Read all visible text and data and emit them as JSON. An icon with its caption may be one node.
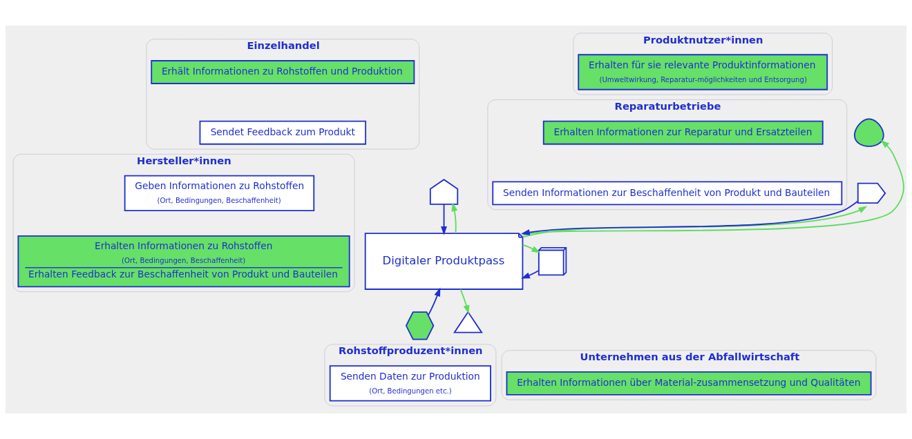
{
  "diagram": {
    "nodes": [
      {
        "text": [
          "Einzelhandel"
        ]
      },
      {
        "text": [
          "Erhält Informationen zu Rohstoffen und Produktion"
        ],
        "in": 0
      },
      {
        "text": [
          "Sendet Feedback zum Produkt"
        ],
        "in": 0
      },
      {
        "text": [
          "Produktnutzer*innen"
        ]
      },
      {
        "text": [
          "Erhalten für sie relevante Produktinformationen",
          "(Umweltwirkung, Reparatur-möglichkeiten und Entsorgung)"
        ],
        "in": 3
      },
      {
        "text": [],
        "shape": "store"
      },
      {
        "text": [],
        "shape": "person"
      },
      {
        "text": [
          "Hersteller*innen"
        ]
      },
      {
        "text": [
          "Geben Informationen zu Rohstoffen",
          "(Ort, Bedingungen, Beschaffenheit)"
        ],
        "in": 7
      },
      {
        "text": [
          "Erhalten Informationen zu Rohstoffen",
          "(Ort, Bedingungen, Beschaffenheit)",
          "Erhalten Feedback zur Beschaffenheit von Produkt und Bauteilen"
        ],
        "in": 7
      },
      {
        "text": [
          "Reparaturbetriebe"
        ]
      },
      {
        "text": [
          "Erhalten Informationen zur Reparatur und Ersatzteilen"
        ],
        "in": 10
      },
      {
        "text": [
          "Senden Informationen zur Beschaffenheit von Produkt und Bauteilen"
        ],
        "in": 10
      },
      {
        "text": [
          "Digitaler Produktpass"
        ]
      },
      {
        "text": [],
        "shape": "factory"
      },
      {
        "text": [],
        "shape": "tools"
      },
      {
        "text": [],
        "shape": "hexagons"
      },
      {
        "text": [],
        "shape": "recycle"
      },
      {
        "text": [
          "Rohstoffproduzent*innen"
        ]
      },
      {
        "text": [
          "Senden Daten zur Produktion",
          "(Ort, Bedingungen etc.)"
        ],
        "in": 18
      },
      {
        "text": [
          "Unternehmen aus der Abfallwirtschaft"
        ]
      },
      {
        "text": [
          "Erhalten Informationen über Material-zusammensetzung und Qualitäten"
        ],
        "in": 20
      }
    ],
    "edges": [
      {
        "from": 5,
        "to": 13,
        "arrow": "to",
        "color": "#1f2fd0"
      },
      {
        "from": 13,
        "to": 5,
        "arrow": "to",
        "color": "#5fdc5f"
      },
      {
        "from": 13,
        "to": 6,
        "arrow": "to",
        "color": "#5fdc5f"
      },
      {
        "from": 14,
        "to": 13,
        "arrow": "to",
        "color": "#1f2fd0"
      },
      {
        "from": 13,
        "to": 14,
        "arrow": "to",
        "color": "#5fdc5f"
      },
      {
        "from": 13,
        "to": 15,
        "arrow": "to",
        "color": "#5fdc5f"
      },
      {
        "from": 15,
        "to": 13,
        "arrow": "to",
        "color": "#1f2fd0"
      },
      {
        "from": 16,
        "to": 13,
        "arrow": "to",
        "color": "#1f2fd0"
      },
      {
        "from": 13,
        "to": 17,
        "arrow": "to",
        "color": "#5fdc5f"
      }
    ]
  }
}
